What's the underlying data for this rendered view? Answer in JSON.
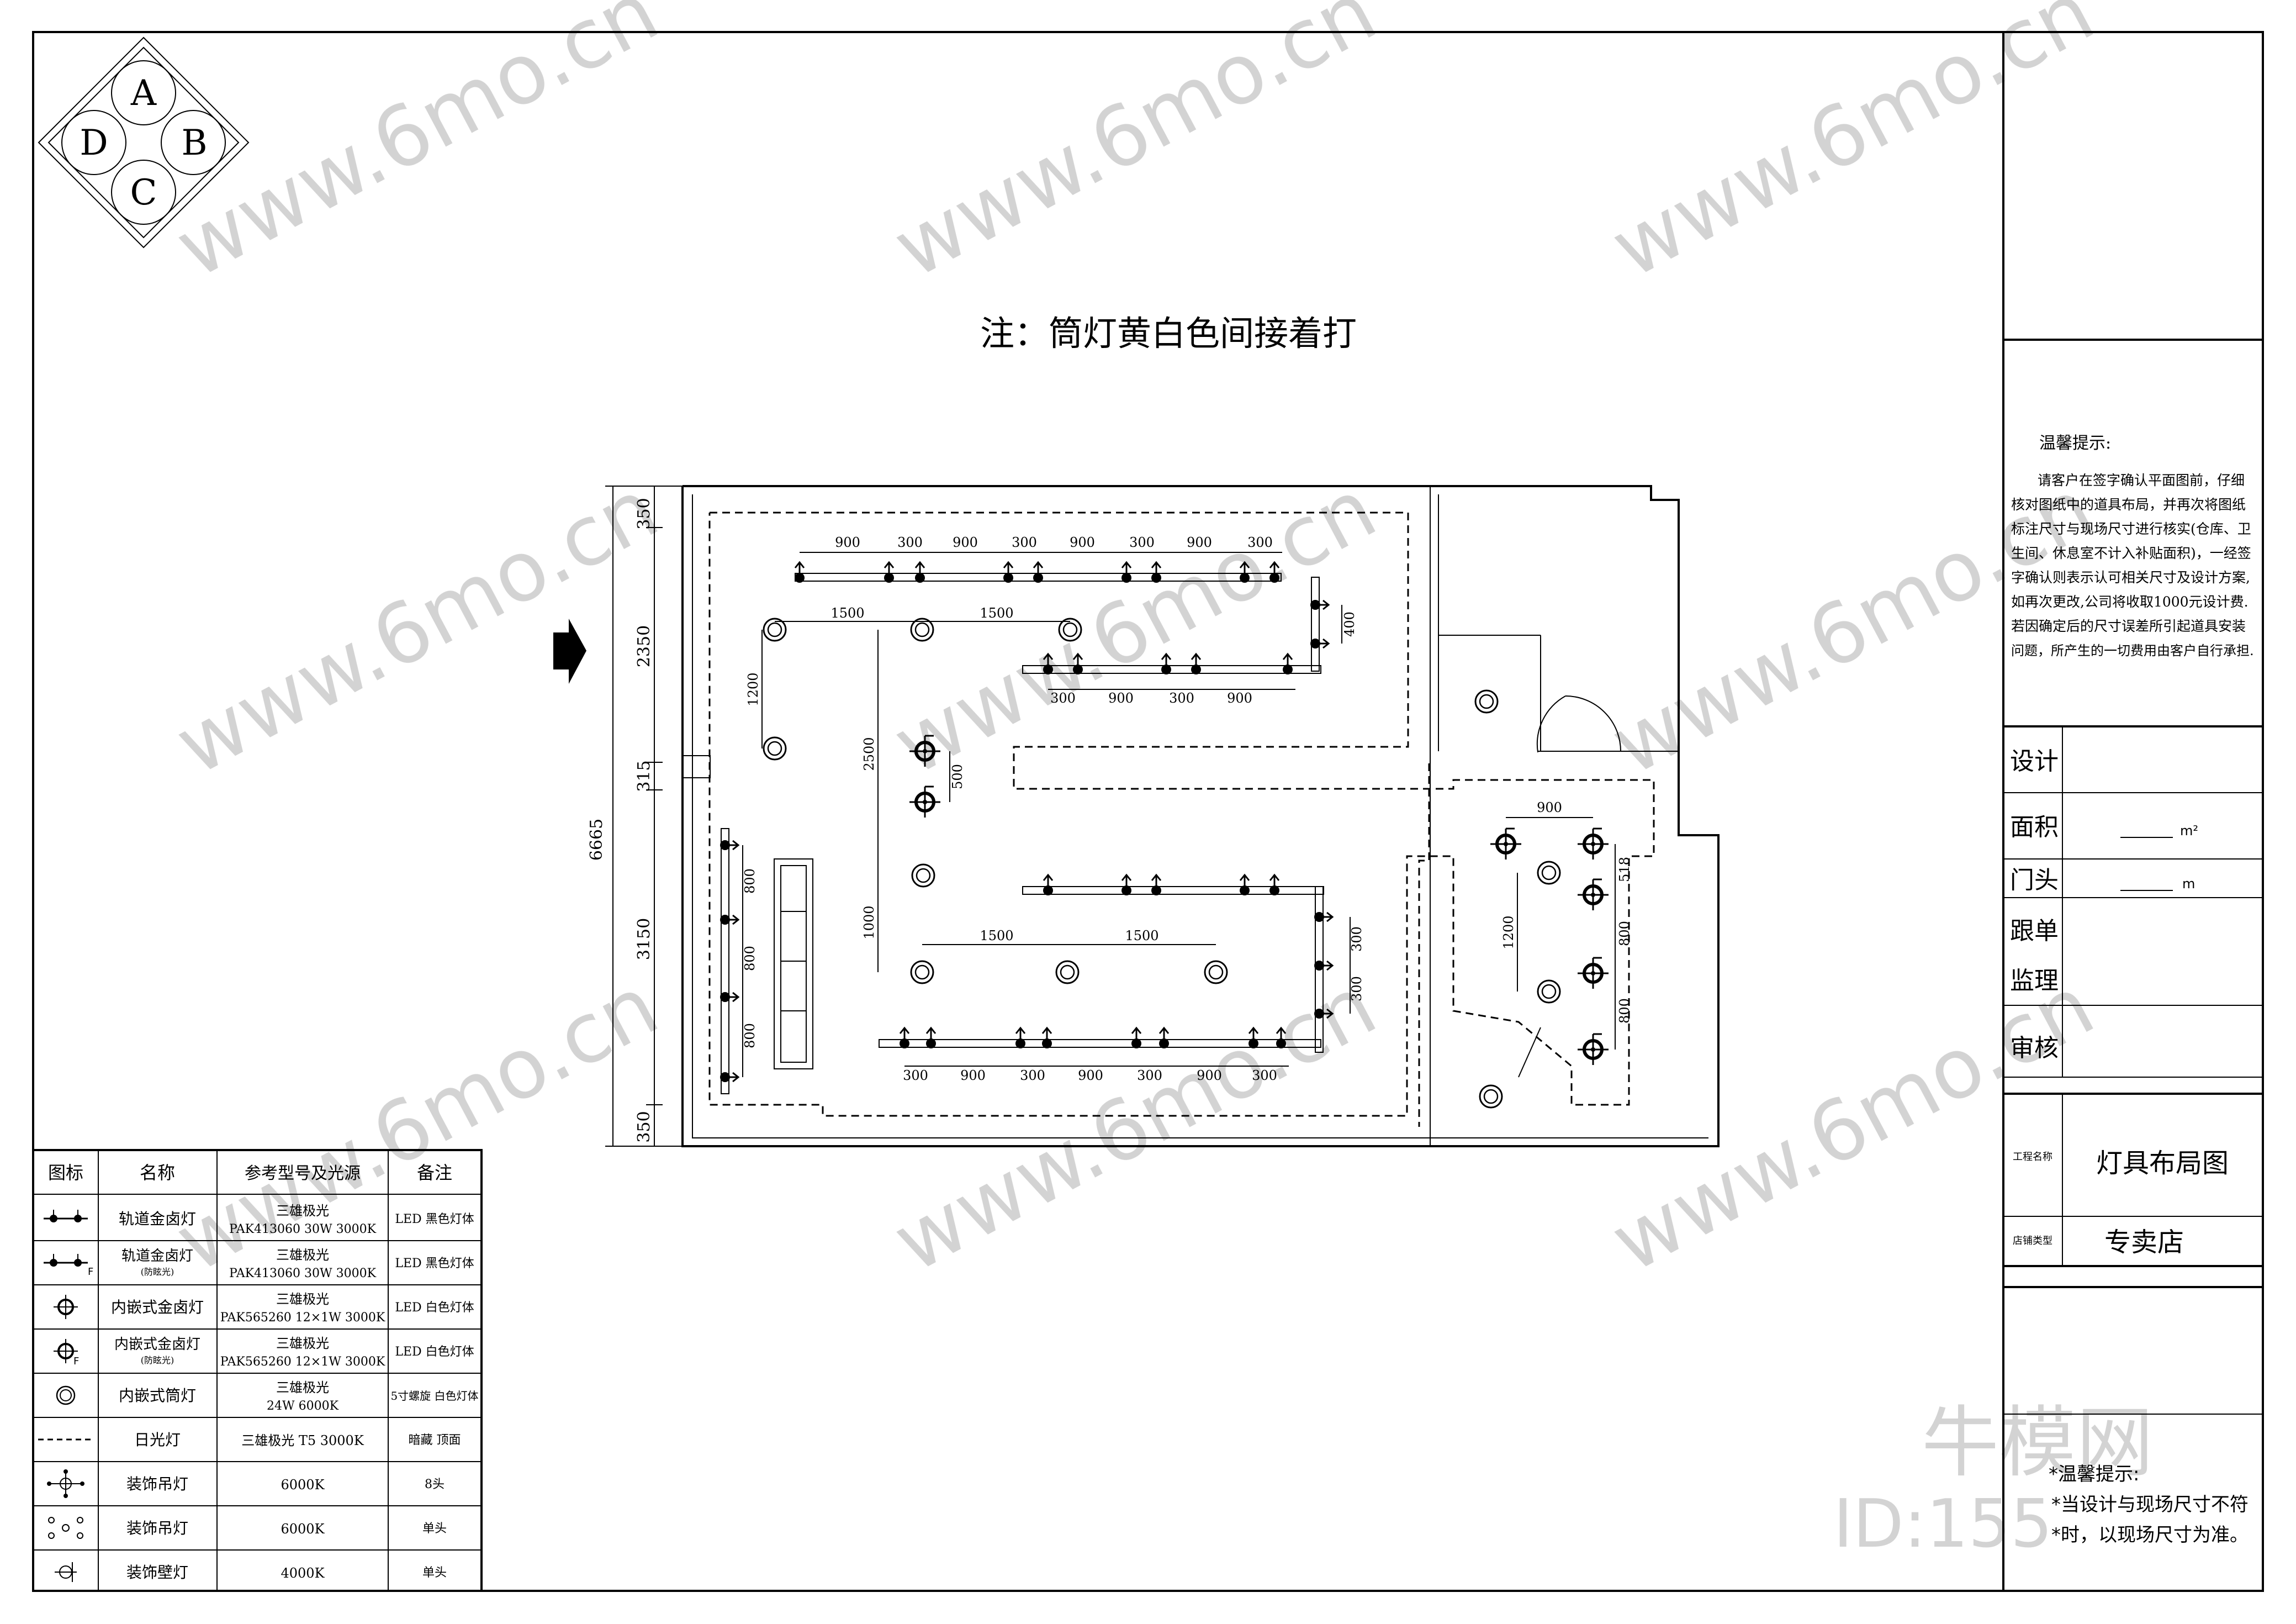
{
  "compass": {
    "a": "A",
    "b": "B",
    "c": "C",
    "d": "D"
  },
  "note": "注：筒灯黄白色间接着打",
  "dims": {
    "total": "6665",
    "d350a": "350",
    "d2350": "2350",
    "d315": "315",
    "d3150": "3150",
    "d350b": "350",
    "s900": "900",
    "s300": "300",
    "s1500": "1500",
    "s1200": "1200",
    "s2500": "2500",
    "s500": "500",
    "s400": "400",
    "s800": "800",
    "s1000": "1000",
    "s518": "518"
  },
  "legend": {
    "headers": [
      "图标",
      "名称",
      "参考型号及光源",
      "备注"
    ],
    "rows": [
      {
        "name": "轨道金卤灯",
        "sub": "",
        "model1": "三雄极光",
        "model2": "PAK413060 30W 3000K",
        "note": "LED  黑色灯体"
      },
      {
        "name": "轨道金卤灯",
        "sub": "(防眩光)",
        "model1": "三雄极光",
        "model2": "PAK413060 30W 3000K",
        "note": "LED  黑色灯体"
      },
      {
        "name": "内嵌式金卤灯",
        "sub": "",
        "model1": "三雄极光",
        "model2": "PAK565260 12×1W 3000K",
        "note": "LED  白色灯体"
      },
      {
        "name": "内嵌式金卤灯",
        "sub": "(防眩光)",
        "model1": "三雄极光",
        "model2": "PAK565260 12×1W 3000K",
        "note": "LED  白色灯体"
      },
      {
        "name": "内嵌式筒灯",
        "sub": "",
        "model1": "三雄极光",
        "model2": "24W 6000K",
        "note": "5寸螺旋 白色灯体"
      },
      {
        "name": "日光灯",
        "sub": "",
        "model1": "三雄极光 T5 3000K",
        "model2": "",
        "note": "暗藏  顶面"
      },
      {
        "name": "装饰吊灯",
        "sub": "",
        "model1": "6000K",
        "model2": "",
        "note": "8头"
      },
      {
        "name": "装饰吊灯",
        "sub": "",
        "model1": "6000K",
        "model2": "",
        "note": "单头"
      },
      {
        "name": "装饰壁灯",
        "sub": "",
        "model1": "4000K",
        "model2": "",
        "note": "单头"
      }
    ]
  },
  "titleblock": {
    "tip_title": "温馨提示:",
    "tip_lines": [
      "请客户在签字确认平面图前，仔细",
      "核对图纸中的道具布局，并再次将图纸",
      "标注尺寸与现场尺寸进行核实(仓库、卫",
      "生间、休息室不计入补贴面积)，一经签",
      "字确认则表示认可相关尺寸及设计方案,",
      "如再次更改,公司将收取1000元设计费.",
      "若因确定后的尺寸误差所引起道具安装",
      "问题，所产生的一切费用由客户自行承担."
    ],
    "design": "设计",
    "area": "面积",
    "area_unit": "m²",
    "door": "门头",
    "door_unit": "m",
    "follow1": "跟单",
    "follow2": "监理",
    "review": "审核",
    "project_label": "工程名称",
    "project": "灯具布局图",
    "store_label": "店铺类型",
    "store": "专卖店"
  },
  "watermark": {
    "brand": "牛模网",
    "site": "www.6mo.cn",
    "id": "ID:155",
    "tip1": "*温馨提示:",
    "tip2": "*当设计与现场尺寸不符",
    "tip3": "*时，以现场尺寸为准。"
  }
}
